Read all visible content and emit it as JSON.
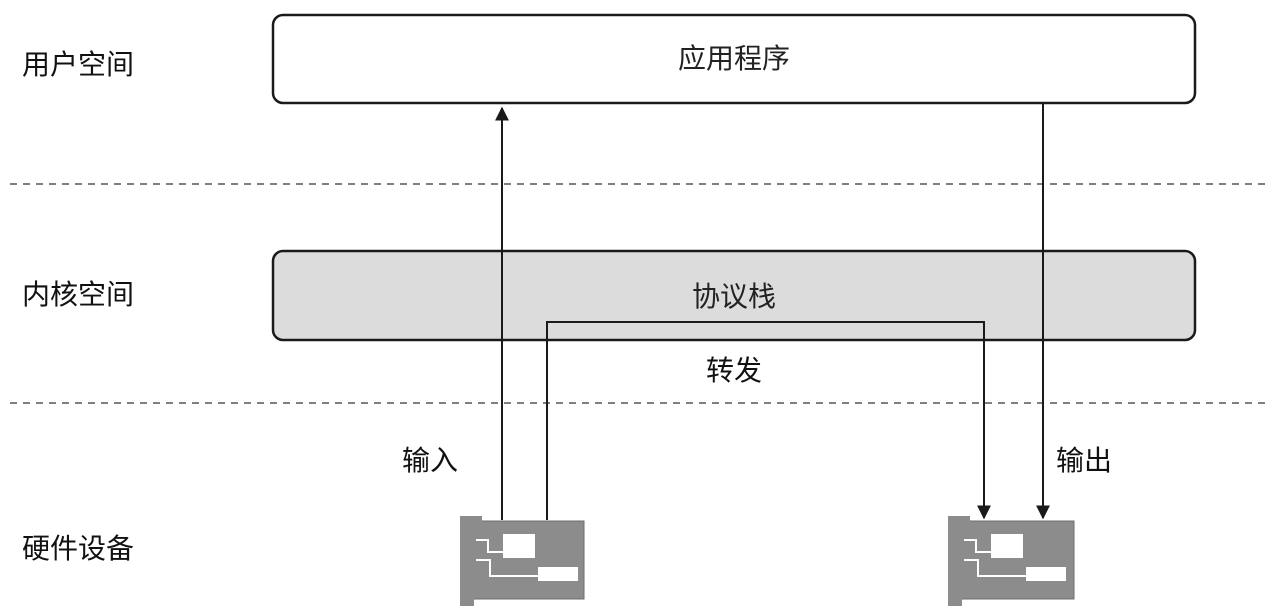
{
  "layers": {
    "user": "用户空间",
    "kernel": "内核空间",
    "hardware": "硬件设备"
  },
  "boxes": {
    "application": "应用程序",
    "protocol_stack": "协议栈"
  },
  "flows": {
    "forward": "转发",
    "input": "输入",
    "output": "输出"
  },
  "colors": {
    "line": "#1a1a1a",
    "kernel_fill": "#dcdcdc",
    "card_fill": "#8c8c8c",
    "background": "#ffffff"
  }
}
